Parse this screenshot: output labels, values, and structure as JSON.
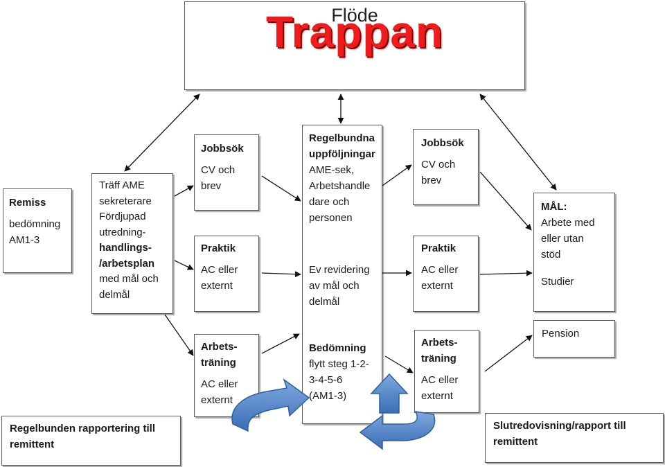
{
  "header": {
    "flode": "Flöde",
    "trappan": "Trappan"
  },
  "remiss": {
    "title": "Remiss",
    "l1": "bedömning",
    "l2": "AM1-3"
  },
  "traff": {
    "l1": "Träff AME",
    "l2": "sekreterare",
    "l3": "Fördjupad",
    "l4": "utredning-",
    "l5": "handlings-",
    "l6": "/arbetsplan",
    "l7": "med mål och",
    "l8": "delmål"
  },
  "left_col": {
    "jobbsok": {
      "title": "Jobbsök",
      "l1": "CV och",
      "l2": "brev"
    },
    "praktik": {
      "title": "Praktik",
      "l1": "AC eller",
      "l2": "externt"
    },
    "arbetstraning": {
      "t1": "Arbets-",
      "t2": "träning",
      "l1": "AC  eller",
      "l2": "externt"
    }
  },
  "center": {
    "top": {
      "t1": "Regelbundna",
      "t2": "uppföljningar",
      "l1": "AME-sek,",
      "l2": "Arbetshandle",
      "l3": "dare och",
      "l4": "personen"
    },
    "mid": {
      "l1": "Ev revidering",
      "l2": "av mål och",
      "l3": "delmål"
    },
    "bottom": {
      "t1": "Bedömning",
      "l1": "flytt steg 1-2-",
      "l2": "3-4-5-6",
      "l3": "(AM1-3)"
    }
  },
  "right_col": {
    "jobbsok": {
      "title": "Jobbsök",
      "l1": "CV och",
      "l2": "brev"
    },
    "praktik": {
      "title": "Praktik",
      "l1": "AC eller",
      "l2": "externt"
    },
    "arbetstraning": {
      "t1": "Arbets-",
      "t2": "träning",
      "l1": "AC  eller",
      "l2": "externt"
    }
  },
  "mal": {
    "title": "MÅL:",
    "l1": "Arbete med",
    "l2": "eller utan",
    "l3": "stöd",
    "l4": "Studier"
  },
  "pension": {
    "label": "Pension"
  },
  "footer_left": {
    "l1": "Regelbunden rapportering till",
    "l2": "remittent"
  },
  "footer_right": {
    "l1": "Slutredovisning/rapport till",
    "l2": "remittent"
  },
  "colors": {
    "title_red": "#ee1c1c",
    "curved_arrow_blue": "#4a7fc4"
  }
}
